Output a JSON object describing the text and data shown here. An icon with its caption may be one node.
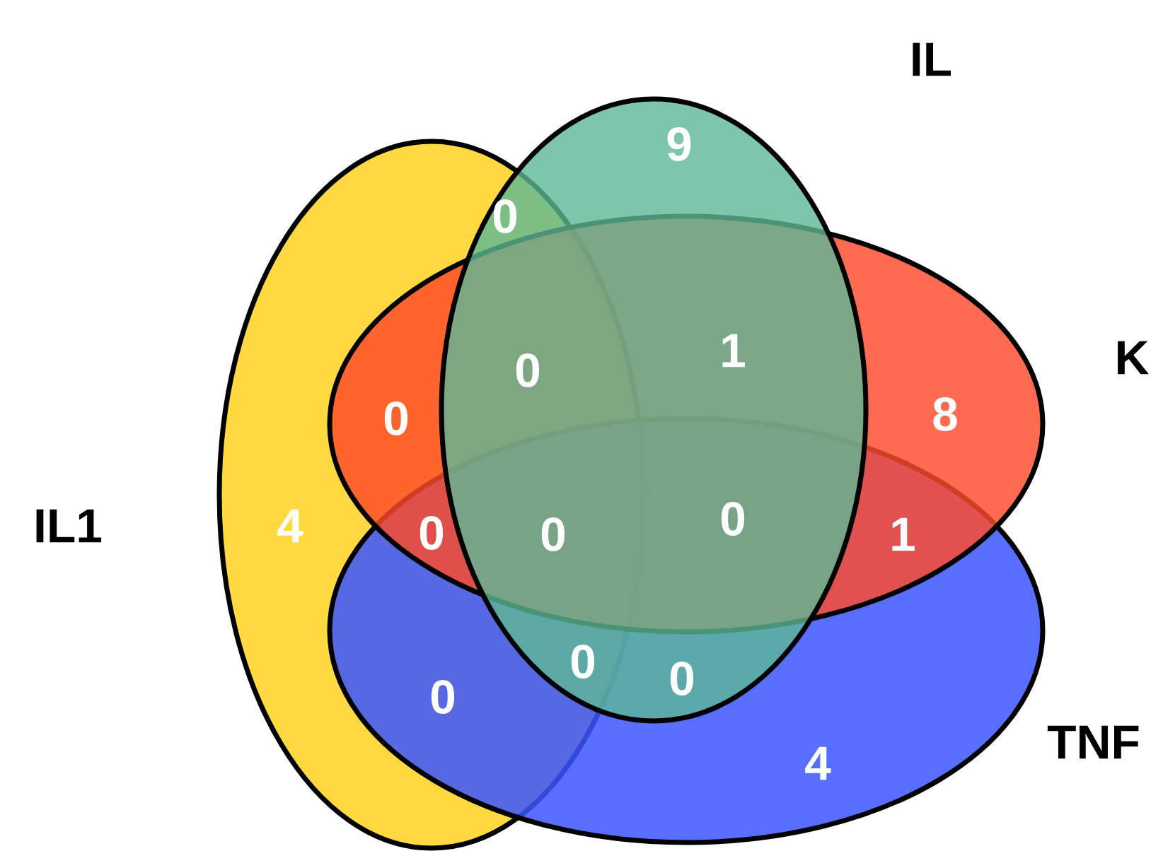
{
  "diagram": {
    "nodes": [
      {
        "text": [
          "IL"
        ]
      },
      {
        "text": [
          "K"
        ]
      },
      {
        "text": [
          "IL1"
        ]
      },
      {
        "text": [
          "TNF"
        ]
      }
    ],
    "labels": [
      "9",
      "0",
      "1",
      "0",
      "8",
      "0",
      "4",
      "0",
      "0",
      "0",
      "1",
      "0",
      "0",
      "0",
      "4"
    ]
  }
}
